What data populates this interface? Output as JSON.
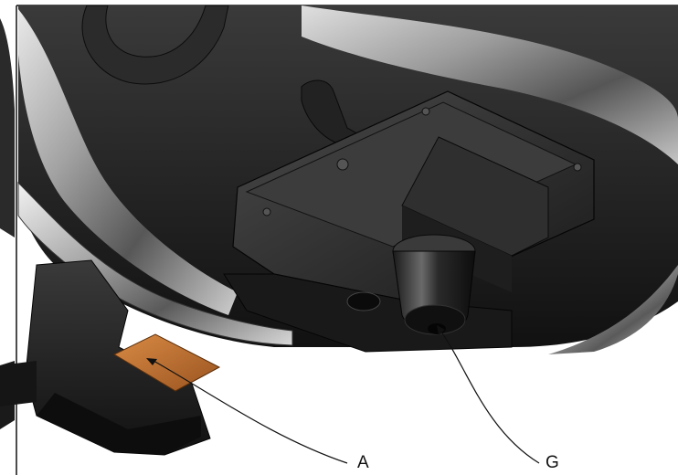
{
  "callouts": [
    {
      "id": "A",
      "label": "A"
    },
    {
      "id": "G",
      "label": "G"
    }
  ],
  "colors": {
    "frame": "#111111",
    "body_dark": "#1c1c1c",
    "body_mid": "#2e2e2e",
    "shell_light": "#c9c9c9",
    "pad_highlight": "#c87a3a",
    "leader": "#111111"
  }
}
